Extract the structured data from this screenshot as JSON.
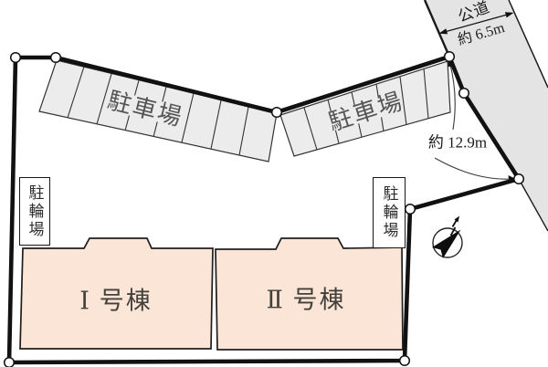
{
  "road": {
    "name_label": "公道",
    "width_label": "約 6.5m"
  },
  "boundary": {
    "frontage_label": "約 12.9m"
  },
  "parking_lot_left": {
    "label": "駐車場",
    "stall_count": 8
  },
  "parking_lot_right": {
    "label": "駐車場",
    "stall_count": 7
  },
  "bicycle_parking_left": {
    "label": "駐輪場"
  },
  "bicycle_parking_right": {
    "label": "駐輪場"
  },
  "building_one": {
    "label": "Ⅰ 号棟"
  },
  "building_two": {
    "label": "Ⅱ 号棟"
  },
  "compass": {
    "icon": "north-arrow-icon"
  },
  "colors": {
    "road_fill": "#e4e4e4",
    "parking_fill": "#ececec",
    "building_fill": "#fbe5d6",
    "outline": "#111111"
  }
}
